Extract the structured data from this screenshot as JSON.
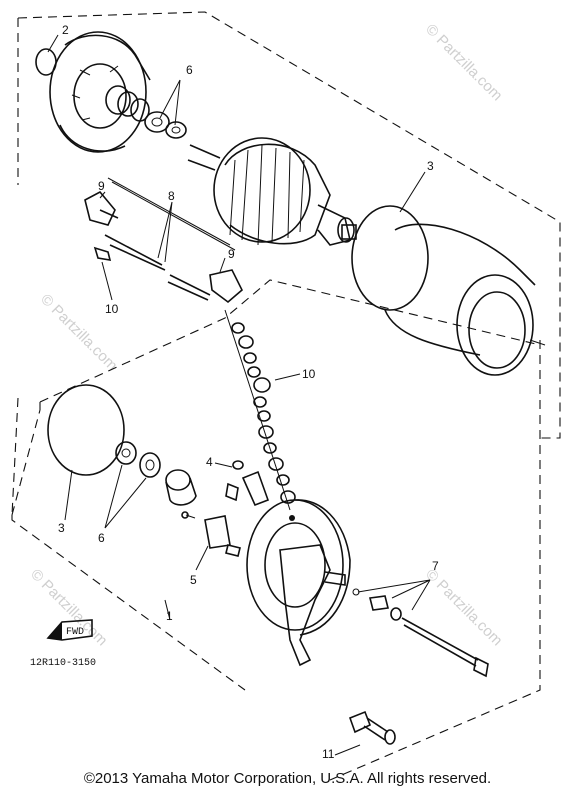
{
  "diagram": {
    "callouts": [
      "1",
      "2",
      "3",
      "3",
      "4",
      "5",
      "6",
      "6",
      "7",
      "8",
      "9",
      "9",
      "10",
      "10",
      "11"
    ],
    "part_number": "12R110-3150",
    "front_arrow_label": "FWD",
    "watermark": "© Partzilla.com",
    "copyright": "©2013  Yamaha Motor Corporation, U.S.A. All rights reserved."
  }
}
